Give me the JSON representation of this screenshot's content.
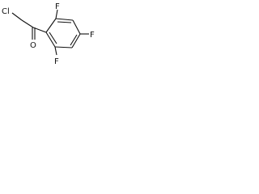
{
  "molecule": {
    "atoms": {
      "cl": "Cl",
      "o": "O",
      "f_top": "F",
      "f_right": "F",
      "f_bottom": "F"
    },
    "colors": {
      "bond": "#111111",
      "label": "#111111",
      "background": "#ffffff"
    }
  }
}
